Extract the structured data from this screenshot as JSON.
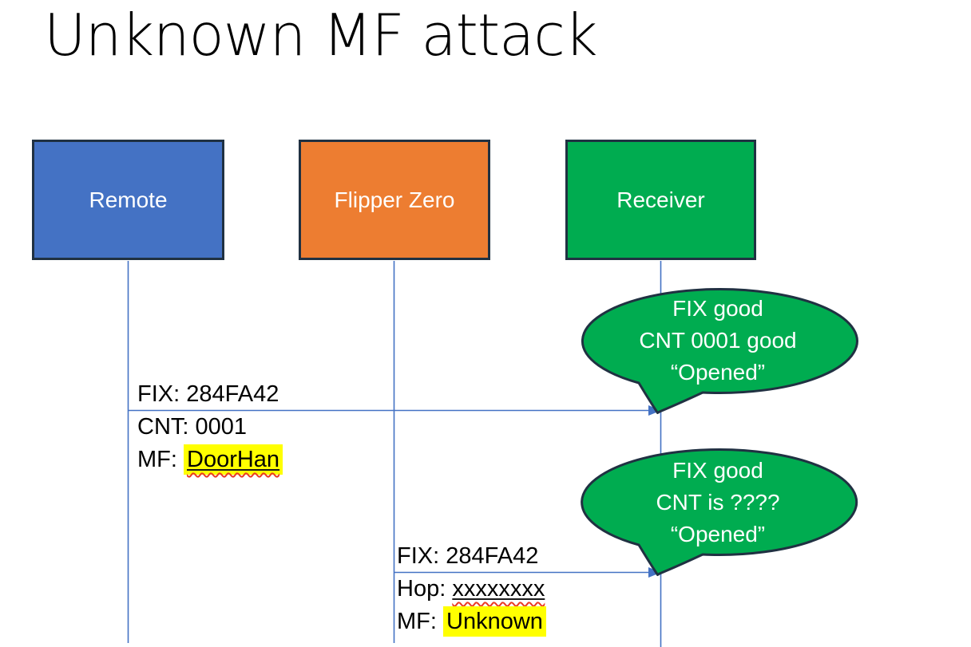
{
  "title": "Unknown MF attack",
  "colors": {
    "remote_fill": "#4472C4",
    "flipper_fill": "#ED7D31",
    "receiver_fill": "#00AC50",
    "shape_outline": "#203142",
    "line_blue": "#4472C4",
    "highlight_yellow": "#FFFF00",
    "squiggle_red": "#EA3B24",
    "text_dark": "#000000",
    "text_light": "#FFFFFF"
  },
  "actors": [
    {
      "label": "Remote"
    },
    {
      "label": "Flipper Zero"
    },
    {
      "label": "Receiver"
    }
  ],
  "messages": [
    {
      "from": "Remote",
      "to": "Receiver",
      "line1": "FIX: 284FA42",
      "line2_prefix": "CNT: ",
      "line2_value": "0001",
      "line3_prefix": "MF: ",
      "line3_value": "DoorHan"
    },
    {
      "from": "Flipper Zero",
      "to": "Receiver",
      "line1": "FIX: 284FA42",
      "line2_prefix": "Hop: ",
      "line2_value": "xxxxxxxx",
      "line3_prefix": "MF: ",
      "line3_value": "Unknown"
    }
  ],
  "callouts": [
    {
      "line1": "FIX good",
      "line2": "CNT 0001 good",
      "line3": "“Opened”"
    },
    {
      "line1": "FIX good",
      "line2": "CNT is ????",
      "line3": "“Opened”"
    }
  ]
}
